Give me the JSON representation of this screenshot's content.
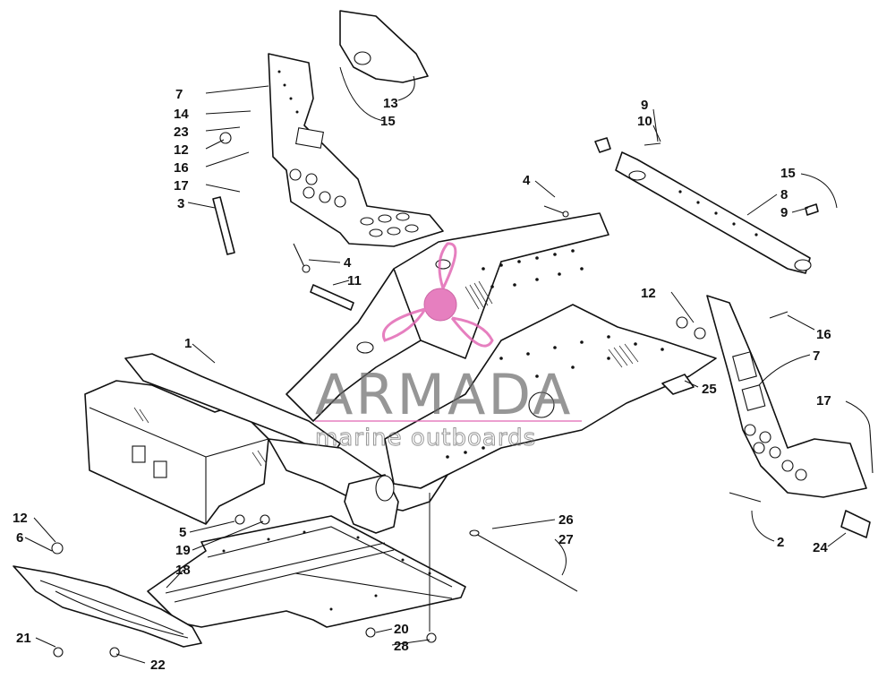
{
  "watermark": {
    "brand": "ARMADA",
    "tagline": "marine outboards",
    "accent_color": "#e060b0",
    "logo_icon": "propeller-logo-icon"
  },
  "callouts": [
    {
      "id": "c-13",
      "label": "13"
    },
    {
      "id": "c-7a",
      "label": "7"
    },
    {
      "id": "c-14",
      "label": "14"
    },
    {
      "id": "c-15a",
      "label": "15"
    },
    {
      "id": "c-23",
      "label": "23"
    },
    {
      "id": "c-12a",
      "label": "12"
    },
    {
      "id": "c-16a",
      "label": "16"
    },
    {
      "id": "c-17a",
      "label": "17"
    },
    {
      "id": "c-3",
      "label": "3"
    },
    {
      "id": "c-4a",
      "label": "4"
    },
    {
      "id": "c-11",
      "label": "11"
    },
    {
      "id": "c-4b",
      "label": "4"
    },
    {
      "id": "c-9a",
      "label": "9"
    },
    {
      "id": "c-10",
      "label": "10"
    },
    {
      "id": "c-15b",
      "label": "15"
    },
    {
      "id": "c-8",
      "label": "8"
    },
    {
      "id": "c-9b",
      "label": "9"
    },
    {
      "id": "c-12b",
      "label": "12"
    },
    {
      "id": "c-16b",
      "label": "16"
    },
    {
      "id": "c-7b",
      "label": "7"
    },
    {
      "id": "c-1",
      "label": "1"
    },
    {
      "id": "c-25",
      "label": "25"
    },
    {
      "id": "c-17b",
      "label": "17"
    },
    {
      "id": "c-5",
      "label": "5"
    },
    {
      "id": "c-12c",
      "label": "12"
    },
    {
      "id": "c-6",
      "label": "6"
    },
    {
      "id": "c-19",
      "label": "19"
    },
    {
      "id": "c-26",
      "label": "26"
    },
    {
      "id": "c-27",
      "label": "27"
    },
    {
      "id": "c-18",
      "label": "18"
    },
    {
      "id": "c-2",
      "label": "2"
    },
    {
      "id": "c-24",
      "label": "24"
    },
    {
      "id": "c-21",
      "label": "21"
    },
    {
      "id": "c-22",
      "label": "22"
    },
    {
      "id": "c-20",
      "label": "20"
    },
    {
      "id": "c-28",
      "label": "28"
    }
  ]
}
